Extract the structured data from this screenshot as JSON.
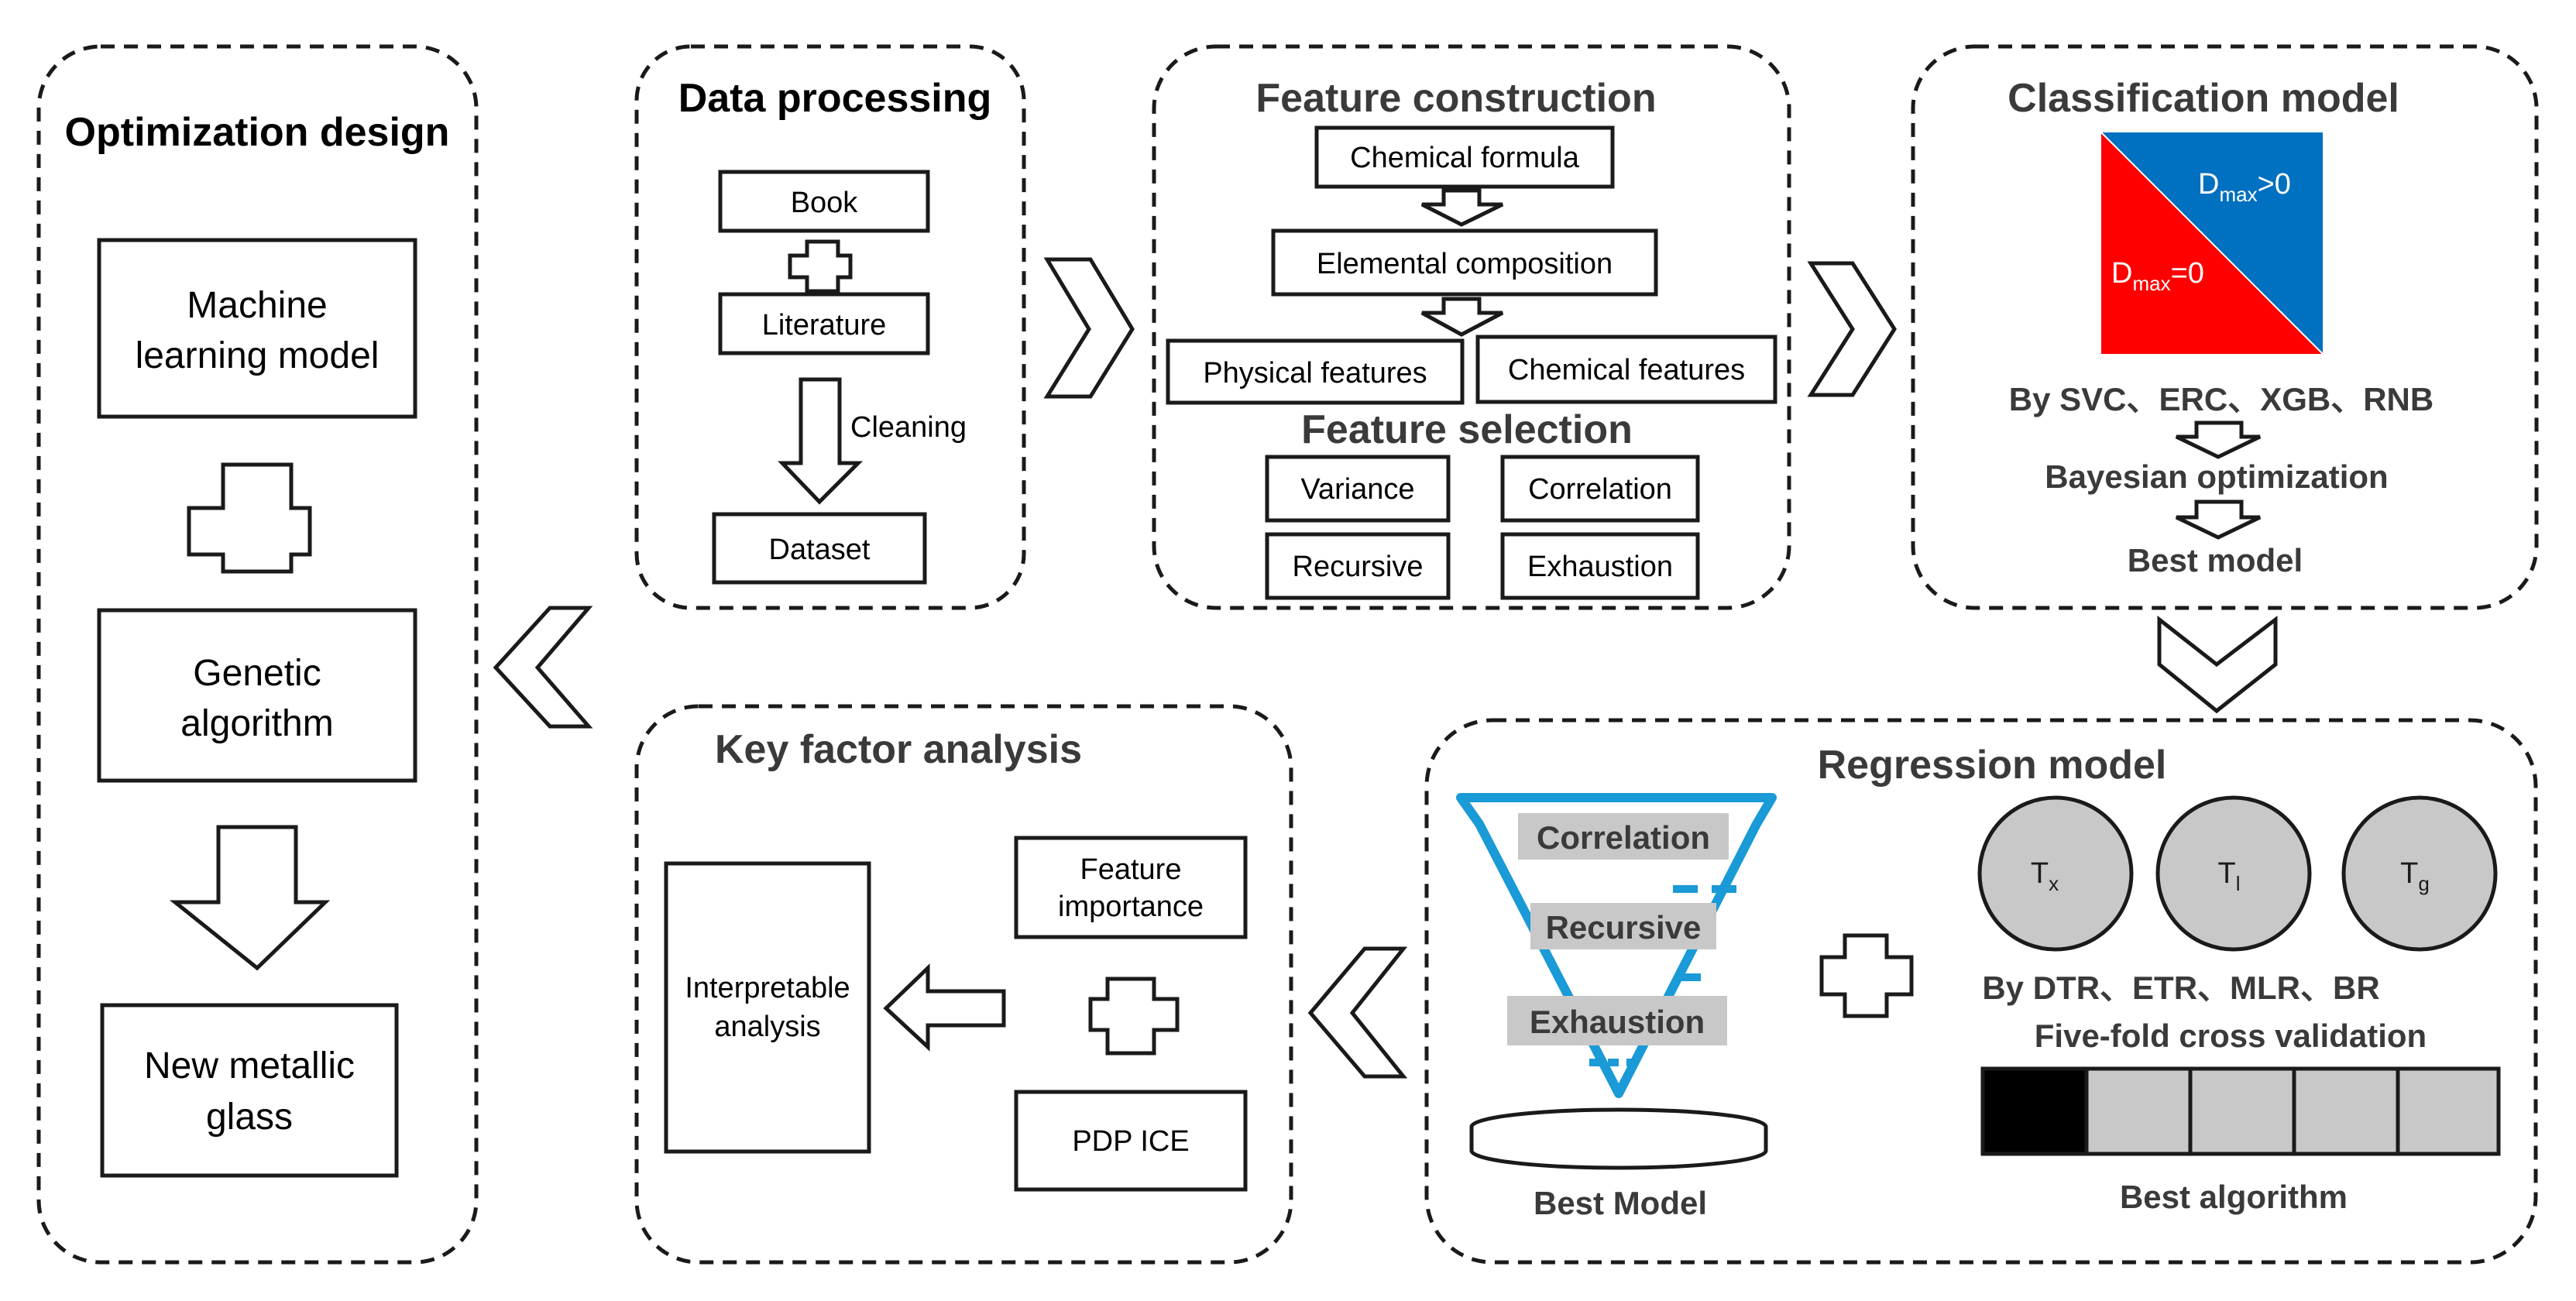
{
  "optimization": {
    "title": "Optimization design",
    "box1_line1": "Machine",
    "box1_line2": "learning model",
    "box2_line1": "Genetic",
    "box2_line2": "algorithm",
    "box3_line1": "New metallic",
    "box3_line2": "glass"
  },
  "data_processing": {
    "title": "Data processing",
    "book": "Book",
    "literature": "Literature",
    "cleaning": "Cleaning",
    "dataset": "Dataset"
  },
  "feature_construction": {
    "title": "Feature construction",
    "chemical_formula": "Chemical formula",
    "elemental_composition": "Elemental composition",
    "physical_features": "Physical features",
    "chemical_features": "Chemical features",
    "selection_title": "Feature selection",
    "variance": "Variance",
    "correlation": "Correlation",
    "recursive": "Recursive",
    "exhaustion": "Exhaustion"
  },
  "classification": {
    "title": "Classification model",
    "dmax_pos_base": "D",
    "dmax_pos_sub": "max",
    "dmax_pos_rel": ">0",
    "dmax_zero_base": "D",
    "dmax_zero_sub": "max",
    "dmax_zero_rel": "=0",
    "methods": "By SVC、ERC、XGB、RNB",
    "bayesian": "Bayesian optimization",
    "best_model": "Best model",
    "colors": {
      "red": "#ff0000",
      "blue": "#0070c0"
    }
  },
  "regression": {
    "title": "Regression model",
    "funnel_correlation": "Correlation",
    "funnel_recursive": "Recursive",
    "funnel_exhaustion": "Exhaustion",
    "best_model": "Best Model",
    "tx_base": "T",
    "tx_sub": "x",
    "tl_base": "T",
    "tl_sub": "l",
    "tg_base": "T",
    "tg_sub": "g",
    "methods": "By DTR、ETR、MLR、BR",
    "cv": "Five-fold cross validation",
    "best_algorithm": "Best algorithm",
    "funnel_color": "#1a9ad6"
  },
  "key_factor": {
    "title": "Key factor analysis",
    "interpretable_line1": "Interpretable",
    "interpretable_line2": "analysis",
    "feature_importance_line1": "Feature",
    "feature_importance_line2": "importance",
    "pdp_ice": "PDP ICE"
  }
}
